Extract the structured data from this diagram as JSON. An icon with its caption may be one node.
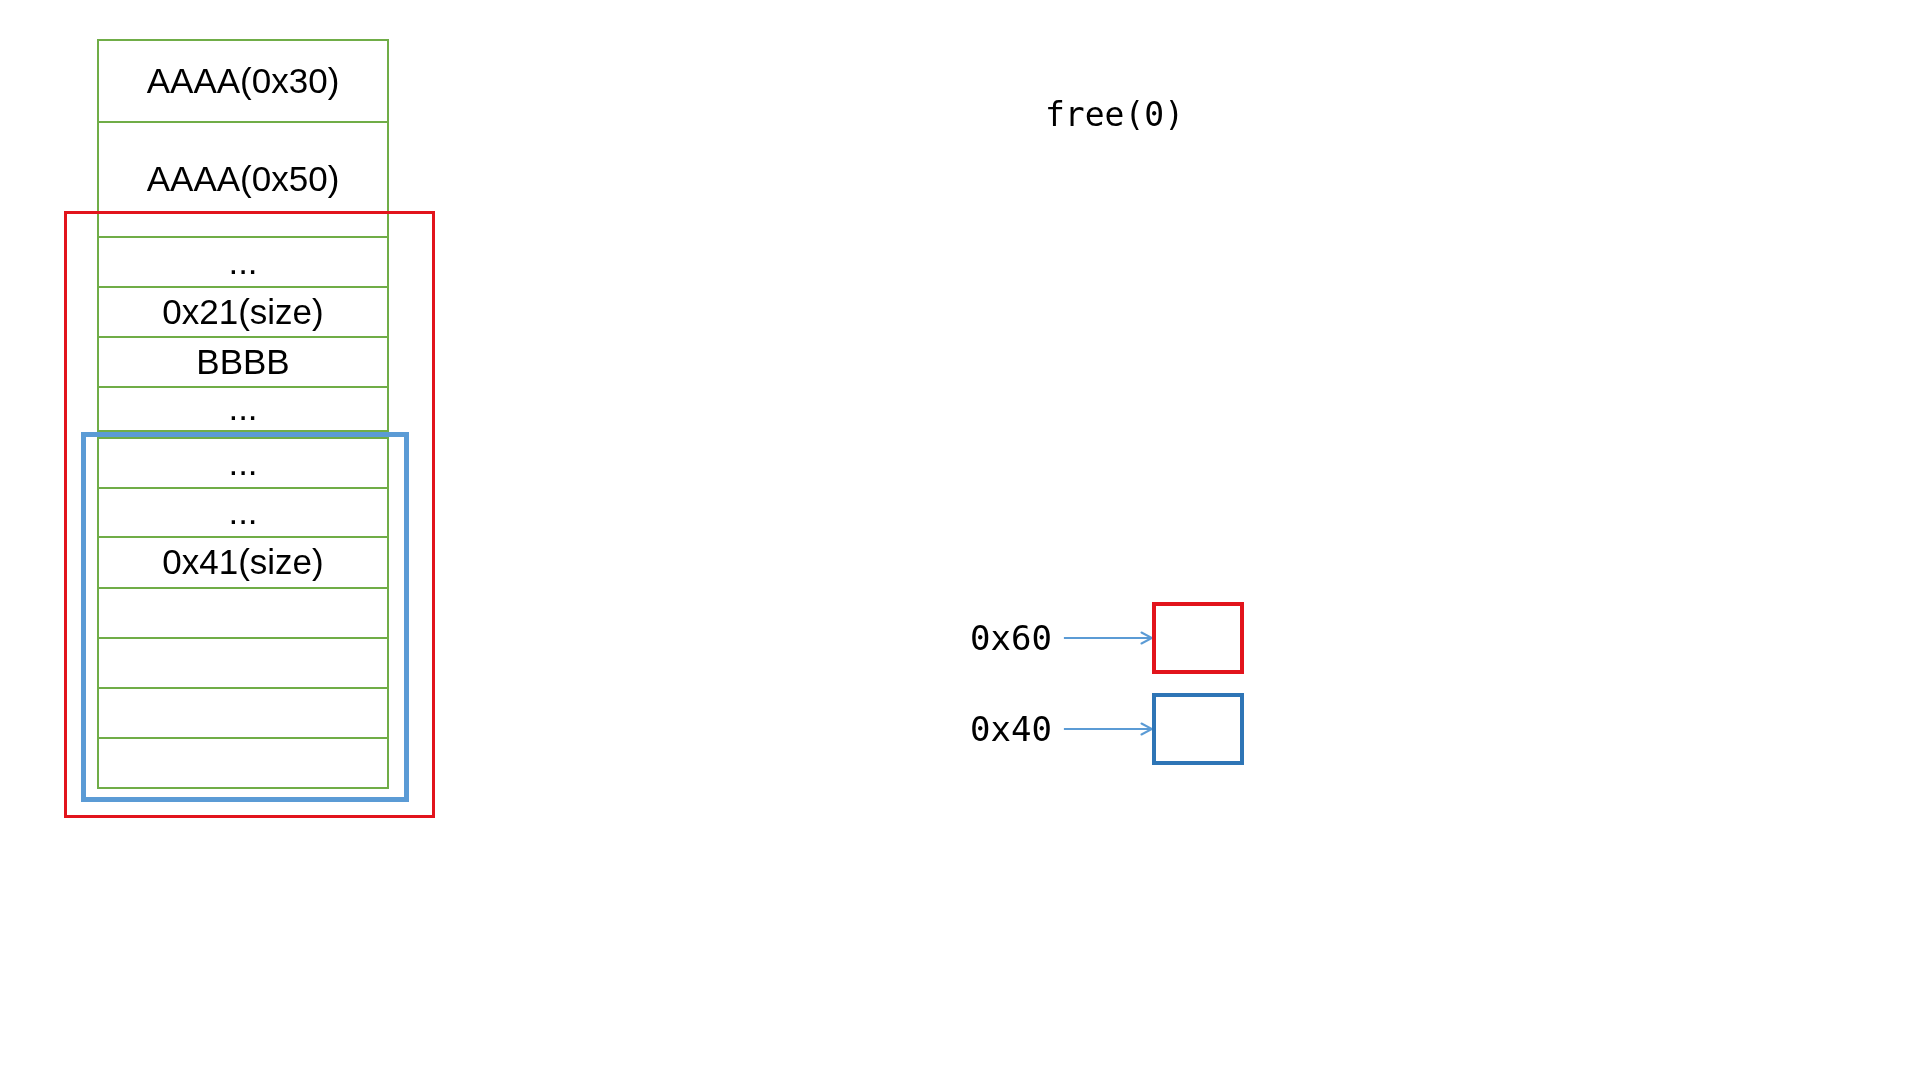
{
  "diagram": {
    "nodes": [
      {
        "text": [
          "AAAA(0x30)"
        ]
      },
      {
        "text": [
          "AAAA(0x50)"
        ]
      },
      {
        "text": [],
        "shape": "box"
      },
      {
        "text": [
          "..."
        ],
        "in": 2
      },
      {
        "text": [
          "0x21(size)"
        ],
        "in": 2
      },
      {
        "text": [
          "BBBB"
        ],
        "in": 2
      },
      {
        "text": [
          "..."
        ],
        "in": 2
      },
      {
        "text": [],
        "shape": "box",
        "in": 2
      },
      {
        "text": [
          "..."
        ],
        "in": 7
      },
      {
        "text": [
          "..."
        ],
        "in": 7
      },
      {
        "text": [
          "0x41(size)"
        ],
        "in": 7
      },
      {
        "text": [],
        "shape": "box",
        "in": 7
      },
      {
        "text": [],
        "shape": "box",
        "in": 7
      },
      {
        "text": [],
        "shape": "box",
        "in": 7
      },
      {
        "text": [],
        "shape": "box",
        "in": 7
      },
      {
        "text": [
          "0x60"
        ]
      },
      {
        "text": [],
        "shape": "box"
      },
      {
        "text": [
          "0x40"
        ]
      },
      {
        "text": [],
        "shape": "box"
      }
    ],
    "edges": [
      {
        "from": 15,
        "to": 16,
        "arrow": "to"
      },
      {
        "from": 17,
        "to": 18,
        "arrow": "to"
      }
    ],
    "labels": [
      "free(0)"
    ]
  }
}
